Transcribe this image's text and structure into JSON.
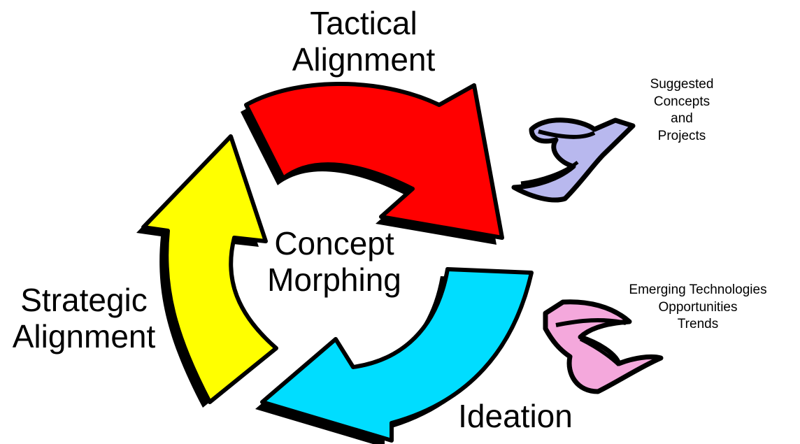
{
  "colors": {
    "tactical_arrow": "#ff0000",
    "strategic_arrow": "#ffff00",
    "ideation_arrow": "#00ddff",
    "output_swirl": "#b8b8ee",
    "input_swirl": "#f4a8dc",
    "outline": "#000000"
  },
  "labels": {
    "tactical": [
      "Tactical",
      "Alignment"
    ],
    "strategic": [
      "Strategic",
      "Alignment"
    ],
    "center": [
      "Concept",
      "Morphing"
    ],
    "ideation": "Ideation",
    "output": [
      "Suggested",
      "Concepts",
      "and",
      "Projects"
    ],
    "input": [
      "Emerging Technologies",
      "Opportunities",
      "Trends"
    ]
  }
}
